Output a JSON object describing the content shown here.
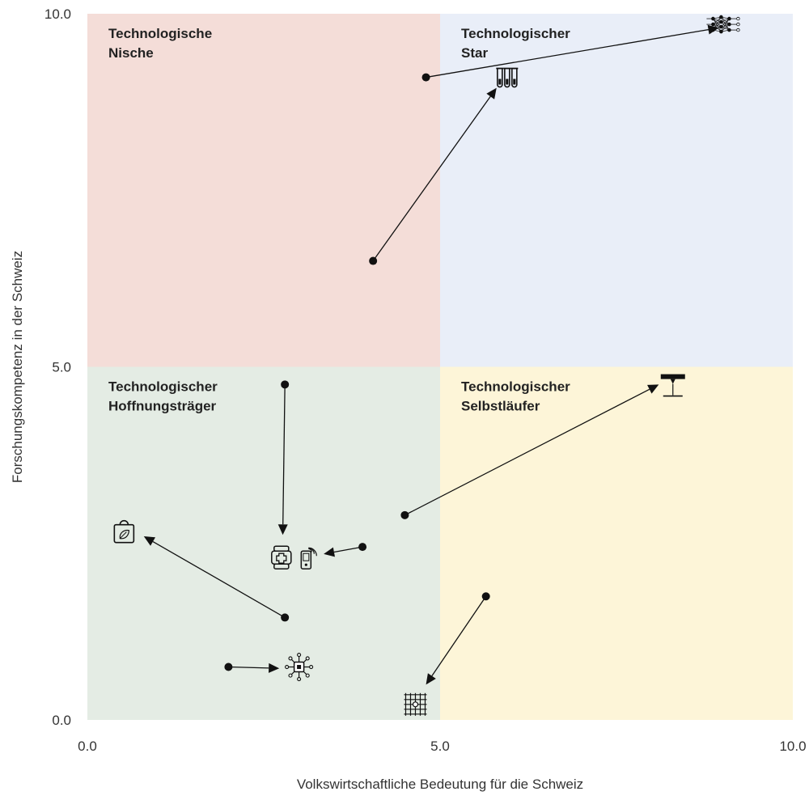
{
  "chart_data": {
    "type": "scatter",
    "title": "",
    "xlabel": "Volkswirtschaftliche Bedeutung für die Schweiz",
    "ylabel": "Forschungskompetenz in der Schweiz",
    "xlim": [
      0,
      10
    ],
    "ylim": [
      0,
      10
    ],
    "x_ticks": [
      "0.0",
      "5.0",
      "10.0"
    ],
    "y_ticks": [
      "0.0",
      "5.0",
      "10.0"
    ],
    "grid": false,
    "legend": "none",
    "colors": {
      "nische": "#f4ddd8",
      "star": "#e9eef8",
      "hoffnung": "#e4ece4",
      "selbst": "#fdf5d8",
      "arrow": "#111111"
    },
    "quadrants": [
      {
        "id": "nische",
        "line1": "Technologische",
        "line2": "Nische",
        "x_range": [
          0,
          5
        ],
        "y_range": [
          5,
          10
        ]
      },
      {
        "id": "star",
        "line1": "Technologischer",
        "line2": "Star",
        "x_range": [
          5,
          10
        ],
        "y_range": [
          5,
          10
        ]
      },
      {
        "id": "hoffnung",
        "line1": "Technologischer",
        "line2": "Hoffnungsträger",
        "x_range": [
          0,
          5
        ],
        "y_range": [
          0,
          5
        ]
      },
      {
        "id": "selbst",
        "line1": "Technologischer",
        "line2": "Selbstläufer",
        "x_range": [
          5,
          10
        ],
        "y_range": [
          0,
          5
        ]
      }
    ],
    "arrows": [
      {
        "icon": "neural-network-icon",
        "from": [
          4.8,
          9.1
        ],
        "to": [
          8.95,
          9.8
        ]
      },
      {
        "icon": "test-tubes-icon",
        "from": [
          4.05,
          6.5
        ],
        "to": [
          5.8,
          8.95
        ]
      },
      {
        "icon": "3d-printer-icon",
        "from": [
          4.5,
          2.9
        ],
        "to": [
          8.1,
          4.75
        ]
      },
      {
        "icon": "robot-head-icon",
        "from": [
          2.8,
          4.75
        ],
        "to": [
          2.77,
          2.62
        ]
      },
      {
        "icon": "mobile-device-icon",
        "from": [
          3.9,
          2.45
        ],
        "to": [
          3.35,
          2.35
        ]
      },
      {
        "icon": "shopping-bag-icon",
        "from": [
          2.8,
          1.45
        ],
        "to": [
          0.8,
          2.6
        ]
      },
      {
        "icon": "ai-chip-icon",
        "from": [
          2.0,
          0.75
        ],
        "to": [
          2.72,
          0.73
        ]
      },
      {
        "icon": "quantum-grid-icon",
        "from": [
          5.65,
          1.75
        ],
        "to": [
          4.8,
          0.5
        ]
      }
    ],
    "icons": [
      {
        "name": "neural-network-icon",
        "x": 9.03,
        "y": 9.85
      },
      {
        "name": "test-tubes-icon",
        "x": 5.95,
        "y": 9.1
      },
      {
        "name": "3d-printer-icon",
        "x": 8.3,
        "y": 4.85
      },
      {
        "name": "robot-head-icon",
        "x": 2.75,
        "y": 2.3
      },
      {
        "name": "mobile-device-icon",
        "x": 3.1,
        "y": 2.3
      },
      {
        "name": "shopping-bag-icon",
        "x": 0.52,
        "y": 2.65
      },
      {
        "name": "ai-chip-icon",
        "x": 3.0,
        "y": 0.75
      },
      {
        "name": "quantum-grid-icon",
        "x": 4.65,
        "y": 0.22
      }
    ]
  }
}
